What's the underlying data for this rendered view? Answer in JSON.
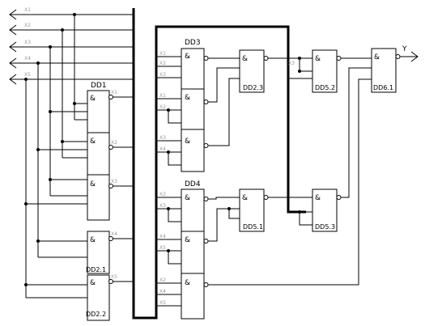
{
  "gate_symbol": "&",
  "inputs": [
    "X1",
    "X2",
    "X3",
    "X4",
    "X5"
  ],
  "output": "Y",
  "labels": {
    "dd1": "DD1",
    "dd3": "DD3",
    "dd4": "DD4",
    "dd21": "DD2.1",
    "dd22": "DD2.2",
    "dd23": "DD2.3",
    "dd51": "DD5.1",
    "dd52": "DD5.2",
    "dd53": "DD5.3",
    "dd61": "DD6.1"
  },
  "pins": {
    "dd1_o1": "X1",
    "dd1_o2": "X2",
    "dd1_o3": "X3",
    "dd21_o": "X4",
    "dd22_o": "X5",
    "dd3_a1": "X1",
    "dd3_a2": "X2",
    "dd3_a3": "X3",
    "dd3_b1": "X1",
    "dd3_b2": "X2",
    "dd3_c1": "X3",
    "dd3_c2": "X4",
    "dd4_a1": "X2",
    "dd4_a2": "X3",
    "dd4_b1": "X4",
    "dd4_b2": "X5",
    "dd4_c1": "X2",
    "dd4_c2": "X4",
    "dd4_c3": "X5",
    "x3_tap": "X3"
  }
}
